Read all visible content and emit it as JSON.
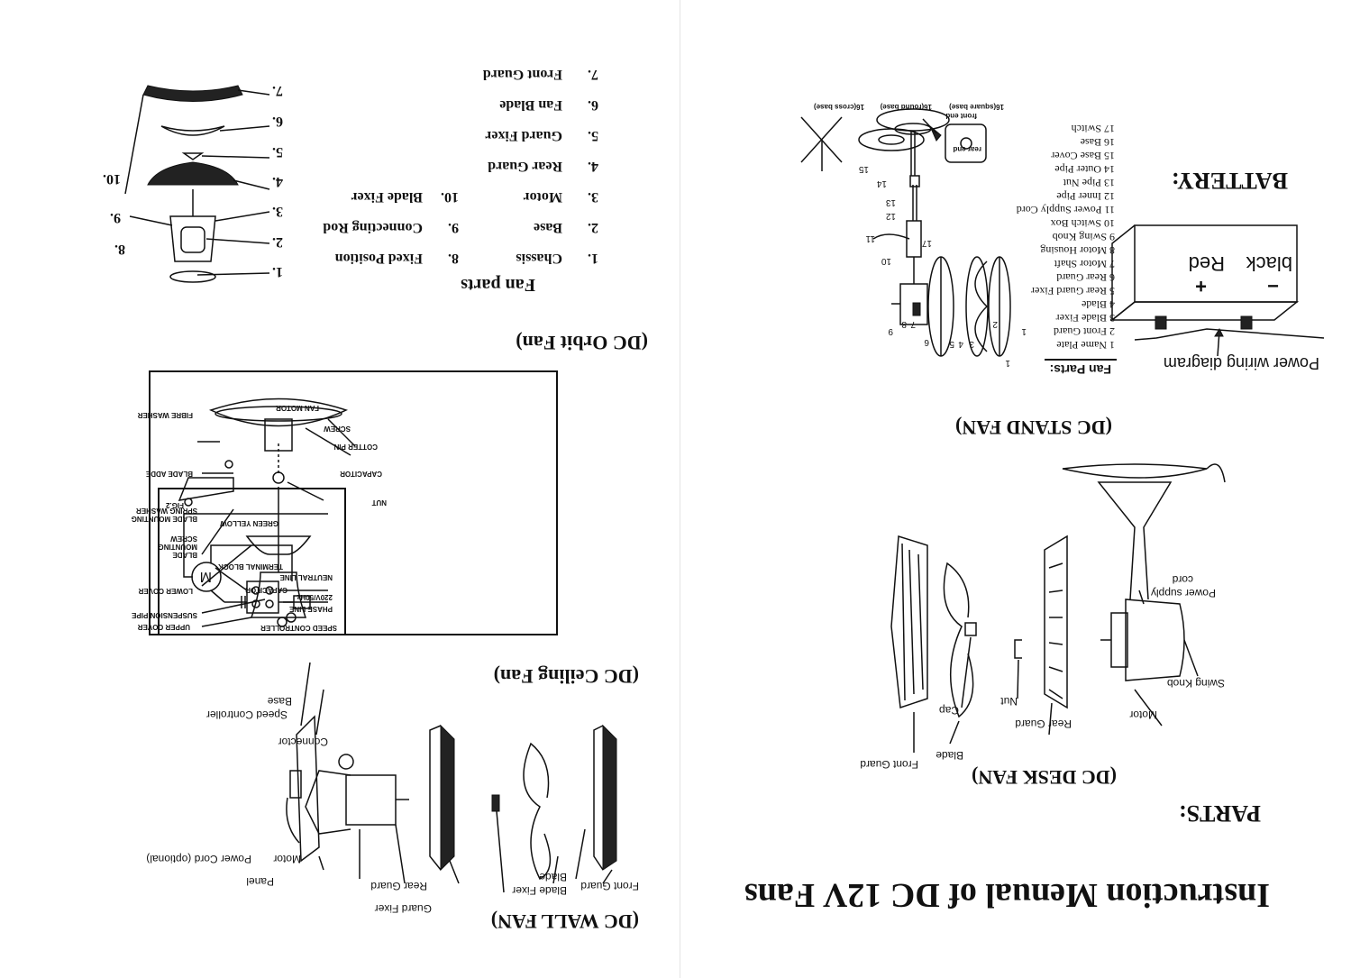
{
  "doc": {
    "title": "Instruction Menual of DC 12V Fans",
    "parts_heading": "PARTS:",
    "battery_heading": "BATTERY:"
  },
  "desk_fan": {
    "title": "(DC DESK FAN)",
    "labels": {
      "front_guard": "Front Guard",
      "blade": "Blade",
      "cap": "Cap",
      "rear_guard": "Rear Guard",
      "nut": "Nut",
      "power_supply": "Power supply",
      "cord": "cord",
      "swing_knob": "Swing Knob",
      "motor": "Motor"
    }
  },
  "wall_fan": {
    "title": "(DC WALL FAN)",
    "labels": {
      "front_guard": "Front Guard",
      "blade": "Blade",
      "blade_fixer": "Blade Fixer",
      "guard_fixer": "Guard Fixer",
      "rear_guard": "Rear Guard",
      "panel": "Panel",
      "motor": "Motor",
      "power_cord": "Power Cord (optional)",
      "connector": "Connector",
      "base": "Base",
      "speed_controller": "Speed Controller"
    }
  },
  "stand_fan": {
    "title": "(DC STAND FAN)",
    "parts_box": "Fan Parts:",
    "parts": [
      "1 Name Plate",
      "2 Front Guard",
      "3 Blade Fixer",
      "4 Blade",
      "5 Rear Guard Fixer",
      "6 Rear Guard",
      "7 Motor Shaft",
      "8 Motor Housing",
      "9 Swing Knob",
      "10 Switch Box",
      "11 Power Supply Cord",
      "12 Inner Pipe",
      "13 Pipe Nut",
      "14 Outer Pipe",
      "15 Base Cover",
      "16 Base",
      "17 Switch"
    ],
    "base_labels": {
      "cross": "16(cross base)",
      "round": "16(round base)",
      "square": "16(square base)",
      "front_end": "front end",
      "rear_end": "rear end"
    },
    "callouts": [
      "1",
      "2",
      "3",
      "4",
      "5",
      "6",
      "7",
      "8",
      "9",
      "10",
      "11",
      "12",
      "13",
      "14",
      "15",
      "17"
    ]
  },
  "battery": {
    "black": "black",
    "red": "Red",
    "plus": "+",
    "minus": "−",
    "wiring": "Power wiring diagram"
  },
  "ceiling_fan": {
    "title": "(DC Ceiling Fan)",
    "labels": {
      "upper_cover": "UPPER COVER",
      "suspension_pipe": "SUSPENSION PIPE",
      "lower_cover": "LOWER COVER",
      "blade_mounting_screw": "BLADE MOUNTING SCREW",
      "blade_mounting_spring_washer": "BLADE MOUNTING SPRING WASHER",
      "blade_adde": "BLADE ADDE",
      "fibre_washer": "FIBRE WASHER",
      "fan_motor": "FAN MOTOR",
      "screw": "SCREW",
      "cotter_pin": "COTTER PIN",
      "capacitor": "CAPACITOR",
      "nut": "NUT"
    },
    "wiring": {
      "speed_controller": "SPEED CONTROLLER",
      "phase_line": "PHASE LINE",
      "supply": "220V/50Hz",
      "neutral_line": "NEUTRAL LINE",
      "capacitor": "CAPACITOR",
      "terminal_block": "TERMINAL BLOCK",
      "green_yellow": "GREEN  YELLOW",
      "motor": "M",
      "fig": "FIG.2"
    }
  },
  "orbit_fan": {
    "title": "(DC Orbit Fan)",
    "parts_heading": "Fan parts",
    "parts": [
      {
        "no": "1.",
        "name": "Chassis"
      },
      {
        "no": "2.",
        "name": "Base"
      },
      {
        "no": "3.",
        "name": "Motor"
      },
      {
        "no": "4.",
        "name": "Rear Guard"
      },
      {
        "no": "5.",
        "name": "Guard Fixer"
      },
      {
        "no": "6.",
        "name": "Fan Blade"
      },
      {
        "no": "7.",
        "name": "Front Guard"
      },
      {
        "no": "8.",
        "name": "Fixed Position"
      },
      {
        "no": "9.",
        "name": "Connecting Rod"
      },
      {
        "no": "10.",
        "name": "Blade Fixer"
      }
    ],
    "callouts": [
      "1.",
      "2.",
      "3.",
      "4.",
      "5.",
      "6.",
      "7.",
      "8.",
      "9.",
      "10."
    ]
  }
}
